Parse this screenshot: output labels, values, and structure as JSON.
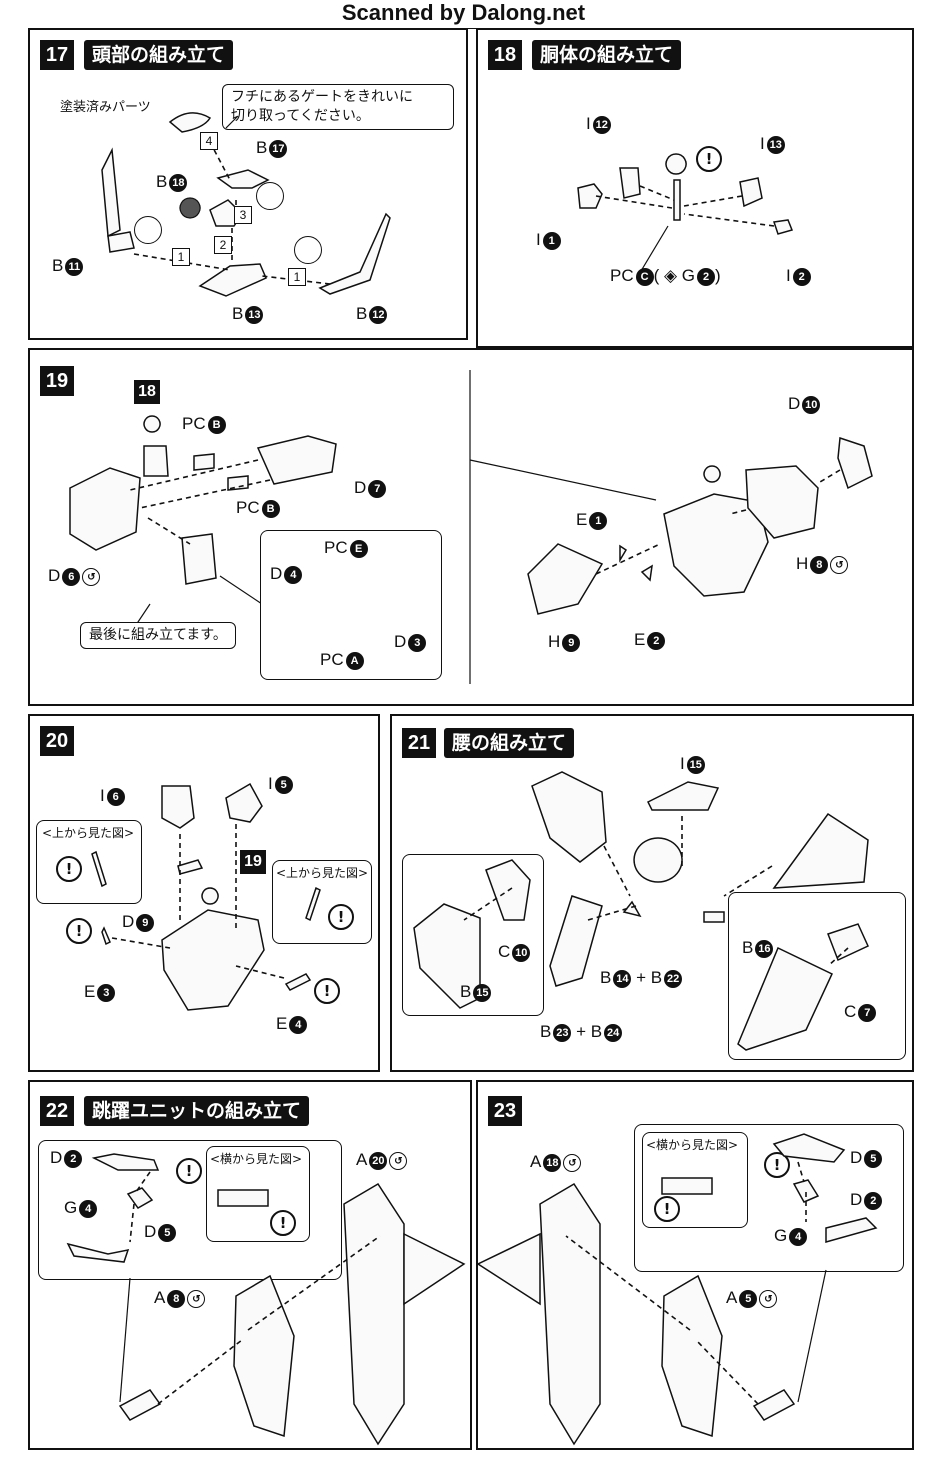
{
  "header": {
    "scanned_by": "Scanned by Dalong.net"
  },
  "step17": {
    "num": "17",
    "title": "頭部の組み立て",
    "painted": "塗装済みパーツ",
    "callout": "フチにあるゲートをきれいに\n切り取ってください。",
    "seq1": "1",
    "seq1b": "1",
    "seq2": "2",
    "seq3": "3",
    "seq4": "4",
    "b17": "B",
    "b17n": "17",
    "b18": "B",
    "b18n": "18",
    "b11": "B",
    "b11n": "11",
    "b13": "B",
    "b13n": "13",
    "b12": "B",
    "b12n": "12"
  },
  "step18": {
    "num": "18",
    "title": "胴体の組み立て",
    "i12": "I",
    "i12n": "12",
    "i13": "I",
    "i13n": "13",
    "i1": "I",
    "i1n": "1",
    "i2": "I",
    "i2n": "2",
    "pc": "PC",
    "pcc": "C",
    "pc_rest": "( ◈ G",
    "g2n": "2",
    "close": ")",
    "warn": "!"
  },
  "step19": {
    "num": "19",
    "ref": "18",
    "pcb1": "PC",
    "pcb1n": "B",
    "pcb2": "PC",
    "pcb2n": "B",
    "d7": "D",
    "d7n": "7",
    "d6": "D",
    "d6n": "6",
    "pce": "PC",
    "pcen": "E",
    "d4": "D",
    "d4n": "4",
    "d3": "D",
    "d3n": "3",
    "pca": "PC",
    "pcan": "A",
    "last": "最後に組み立てます。",
    "d10": "D",
    "d10n": "10",
    "e1": "E",
    "e1n": "1",
    "h8": "H",
    "h8n": "8",
    "h9": "H",
    "h9n": "9",
    "e2": "E",
    "e2n": "2"
  },
  "step20": {
    "num": "20",
    "ref": "19",
    "i6": "I",
    "i6n": "6",
    "i5": "I",
    "i5n": "5",
    "d9": "D",
    "d9n": "9",
    "e3": "E",
    "e3n": "3",
    "e4": "E",
    "e4n": "4",
    "topview1": "<上から見た図>",
    "topview2": "<上から見た図>",
    "warn": "!"
  },
  "step21": {
    "num": "21",
    "title": "腰の組み立て",
    "i15": "I",
    "i15n": "15",
    "c10": "C",
    "c10n": "10",
    "b15": "B",
    "b15n": "15",
    "b14": "B",
    "b14n": "14",
    "plus1": "+",
    "b22": "B",
    "b22n": "22",
    "b23": "B",
    "b23n": "23",
    "plus2": "+",
    "b24": "B",
    "b24n": "24",
    "b16": "B",
    "b16n": "16",
    "c7": "C",
    "c7n": "7"
  },
  "step22": {
    "num": "22",
    "title": "跳躍ユニットの組み立て",
    "d2": "D",
    "d2n": "2",
    "g4": "G",
    "g4n": "4",
    "d5": "D",
    "d5n": "5",
    "sideview": "<横から見た図>",
    "a20": "A",
    "a20n": "20",
    "a8": "A",
    "a8n": "8",
    "warn": "!"
  },
  "step23": {
    "num": "23",
    "a18": "A",
    "a18n": "18",
    "sideview": "<横から見た図>",
    "d5": "D",
    "d5n": "5",
    "d2": "D",
    "d2n": "2",
    "g4": "G",
    "g4n": "4",
    "a5": "A",
    "a5n": "5",
    "warn": "!"
  }
}
